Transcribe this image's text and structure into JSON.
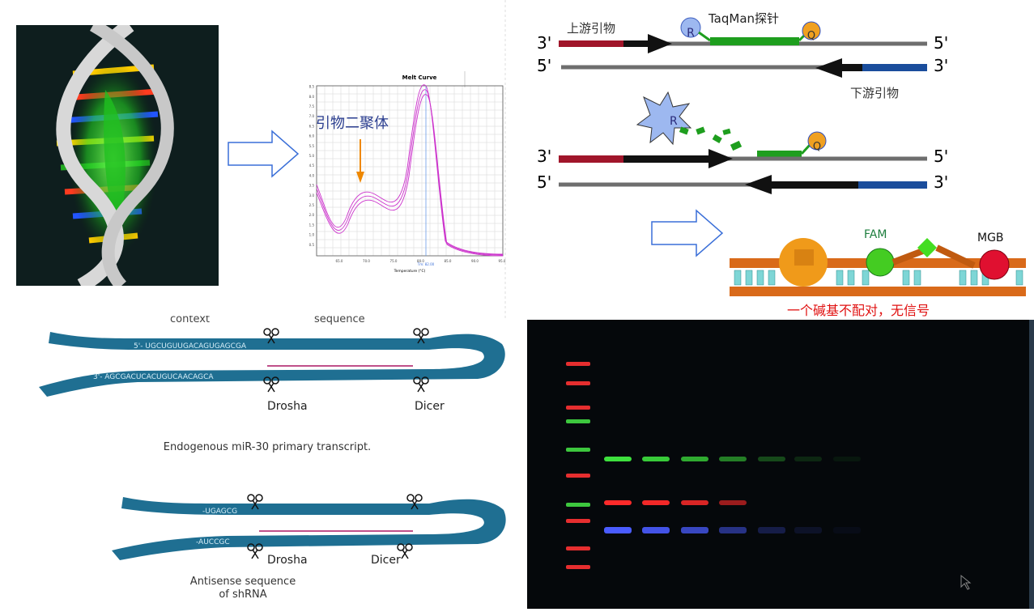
{
  "melt_curve": {
    "title": "Melt Curve",
    "annotation": "引物二聚体",
    "xlabel": "Temperature (°C)",
    "x_ticks": [
      "65.0",
      "70.0",
      "75.0",
      "80.0",
      "85.0",
      "90.0",
      "95.0"
    ],
    "y_ticks": [
      "0.5",
      "1.0",
      "1.5",
      "2.0",
      "2.5",
      "3.0",
      "3.5",
      "4.0",
      "4.5",
      "5.0",
      "5.5",
      "6.0",
      "6.5",
      "7.0",
      "7.5",
      "8.0",
      "8.5"
    ],
    "peak_label": "Tm: 82.00",
    "line_color": "#cc33cc"
  },
  "taqman": {
    "upstream_primer": "上游引物",
    "probe_label": "TaqMan探针",
    "downstream_primer": "下游引物",
    "reporter": "R",
    "quencher": "Q",
    "end_3": "3'",
    "end_5": "5'",
    "fam": "FAM",
    "mgb": "MGB",
    "mismatch_text": "一个碱基不配对，无信号",
    "colors": {
      "primer_red": "#a0152a",
      "primer_blue": "#1a4d9c",
      "probe_green": "#1e9e1e",
      "strand_gray": "#707070",
      "warning_red": "#e01010"
    }
  },
  "shrna": {
    "top_labels": [
      "context",
      "sequence"
    ],
    "drosha": "Drosha",
    "dicer": "Dicer",
    "caption1": "Endogenous miR-30 primary transcript.",
    "caption2_line1": "Antisense sequence",
    "caption2_line2": "of shRNA",
    "seq1_top": "5'- UGCUGUUGACAGUGAGCGA",
    "seq1_bottom": "3'- AGCGACUCACUGUCAACAGCA",
    "seq2_top": "-UGAGCG",
    "seq2_bottom": "-AUCCGC"
  }
}
